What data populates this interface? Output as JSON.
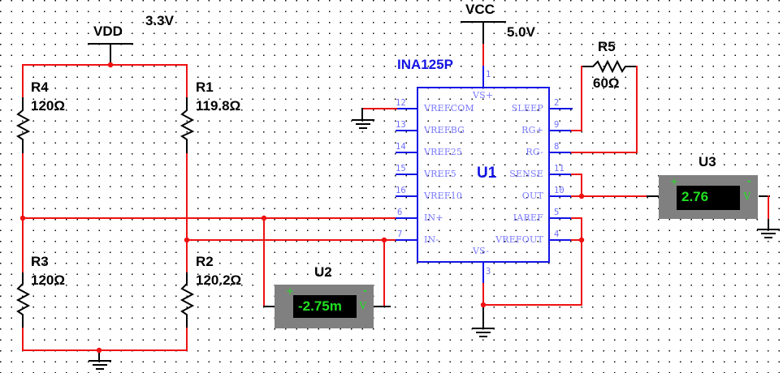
{
  "colors": {
    "wire": "#ee1111",
    "component": "#000000",
    "ic": "#1414e6",
    "pin_text": "#7070ff",
    "meter_body": "#808080",
    "meter_text": "#22e022"
  },
  "sources": {
    "vdd": {
      "name": "VDD",
      "value": "3.3V"
    },
    "vcc": {
      "name": "VCC",
      "value": "5.0V"
    }
  },
  "resistors": [
    {
      "ref": "R4",
      "value": "120Ω"
    },
    {
      "ref": "R1",
      "value": "119.8Ω"
    },
    {
      "ref": "R3",
      "value": "120Ω"
    },
    {
      "ref": "R2",
      "value": "120.2Ω"
    },
    {
      "ref": "R5",
      "value": "60Ω"
    }
  ],
  "ic": {
    "part": "INA125P",
    "ref": "U1",
    "top_pin": {
      "num": "1",
      "name": "VS+"
    },
    "bottom_pin": {
      "num": "3",
      "name": "VS-"
    },
    "left_pins": [
      {
        "num": "12",
        "name": "VREFCOM"
      },
      {
        "num": "13",
        "name": "VREFBG"
      },
      {
        "num": "14",
        "name": "VREF25"
      },
      {
        "num": "15",
        "name": "VREF5"
      },
      {
        "num": "16",
        "name": "VREF10"
      },
      {
        "num": "6",
        "name": "IN+"
      },
      {
        "num": "7",
        "name": "IN-"
      }
    ],
    "right_pins": [
      {
        "num": "2",
        "name": "SLEEP"
      },
      {
        "num": "9",
        "name": "RG+"
      },
      {
        "num": "8",
        "name": "RG-"
      },
      {
        "num": "11",
        "name": "SENSE"
      },
      {
        "num": "10",
        "name": "OUT"
      },
      {
        "num": "5",
        "name": "IAREF"
      },
      {
        "num": "4",
        "name": "VREFOUT"
      }
    ]
  },
  "meters": [
    {
      "ref": "U2",
      "reading": "-2.75m",
      "unit": "V",
      "plus": "+",
      "minus": "-"
    },
    {
      "ref": "U3",
      "reading": "2.76",
      "unit": "V",
      "plus": "+",
      "minus": "-"
    }
  ]
}
